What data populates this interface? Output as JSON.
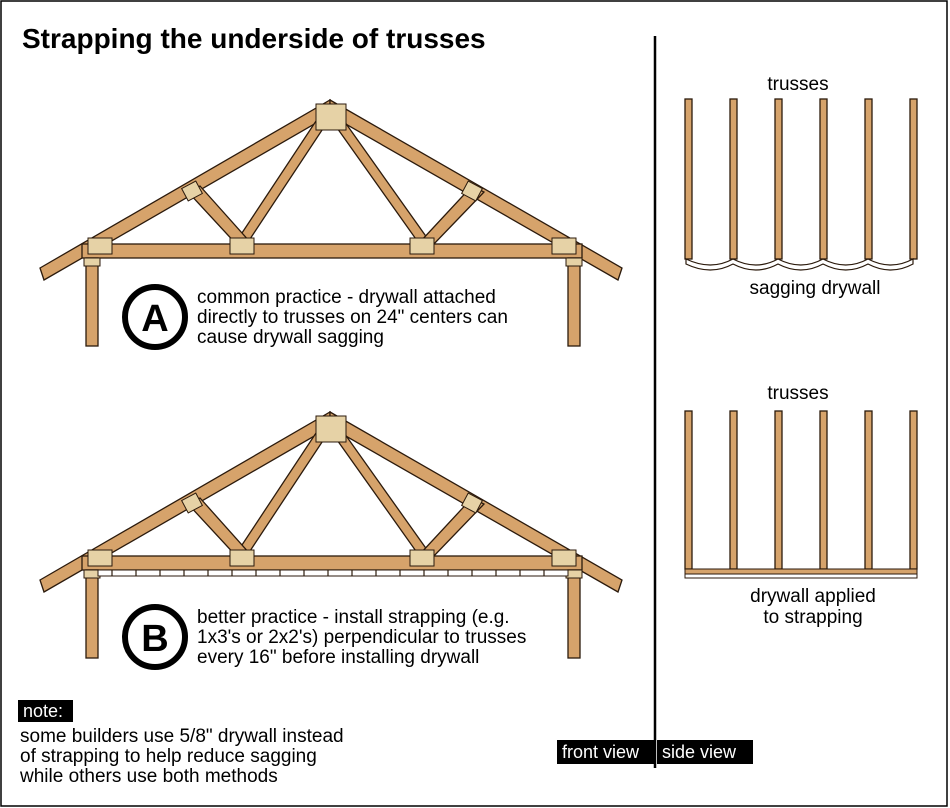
{
  "title": "Strapping the underside of trusses",
  "section_a": {
    "letter": "A",
    "line1": "common practice - drywall attached",
    "line2": "directly to trusses on 24\" centers can",
    "line3": "cause drywall sagging"
  },
  "section_b": {
    "letter": "B",
    "line1": "better practice - install strapping (e.g.",
    "line2": "1x3's or 2x2's) perpendicular to trusses",
    "line3": "every 16\" before installing drywall"
  },
  "note": {
    "tag": "note:",
    "line1": "some builders use 5/8\" drywall instead",
    "line2": "of strapping to help reduce sagging",
    "line3": "while others use both methods"
  },
  "side_top": {
    "label": "trusses",
    "caption": "sagging drywall"
  },
  "side_bottom": {
    "label": "trusses",
    "caption_line1": "drywall applied",
    "caption_line2": "to strapping"
  },
  "view_labels": {
    "front": "front view",
    "side": "side view"
  },
  "colors": {
    "wood": "#d6a36b",
    "outline": "#2b1a0c",
    "ink": "#000000"
  }
}
